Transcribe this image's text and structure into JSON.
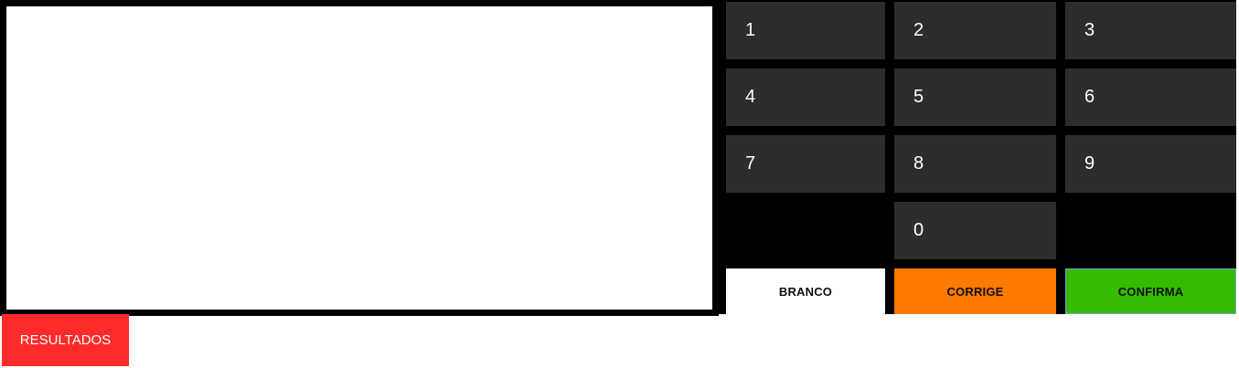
{
  "display": {
    "content": ""
  },
  "keypad": {
    "keys": [
      "1",
      "2",
      "3",
      "4",
      "5",
      "6",
      "7",
      "8",
      "9",
      "0"
    ]
  },
  "actions": {
    "branco": "BRANCO",
    "corrige": "CORRIGE",
    "confirma": "CONFIRMA"
  },
  "results_button": "RESULTADOS",
  "colors": {
    "key_bg": "#2d2d2d",
    "keypad_bg": "#000000",
    "branco": "#ffffff",
    "corrige": "#ff7a00",
    "confirma": "#35bb00",
    "resultados": "#ff2a2a"
  }
}
